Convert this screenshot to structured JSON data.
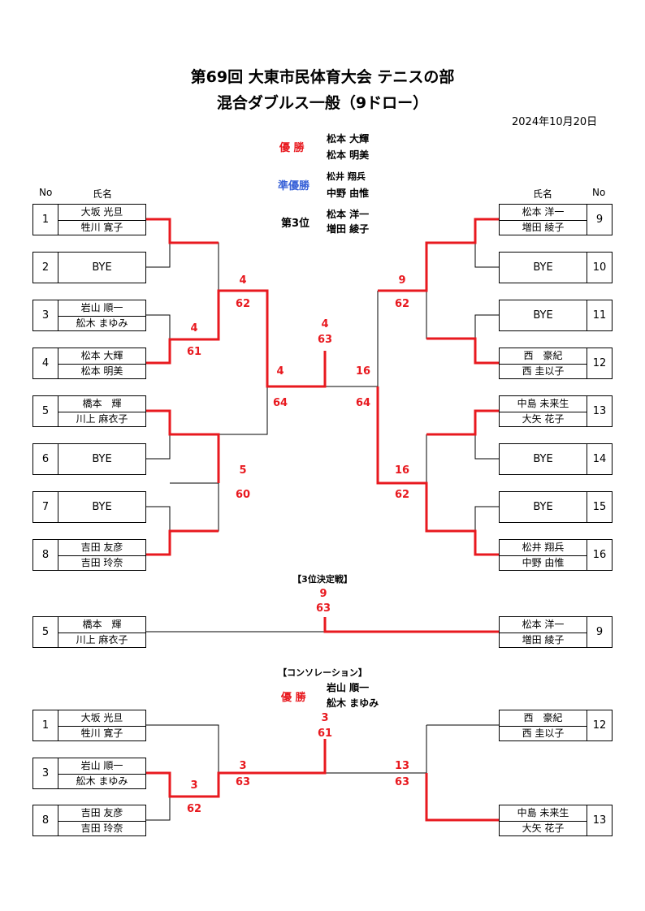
{
  "title_line1": "第69回 大東市民体育大会 テニスの部",
  "title_line2": "混合ダブルス一般（9ドロー）",
  "date": "2024年10月20日",
  "colors": {
    "accent": "#e8191f",
    "champion_label": "#e8191f",
    "runner_label": "#3a63d8"
  },
  "results": {
    "champion_label": "優 勝",
    "champion_p1": "松本 大輝",
    "champion_p2": "松本 明美",
    "runner_label": "準優勝",
    "runner_p1": "松井 翔兵",
    "runner_p2": "中野 由惟",
    "third_label": "第3位",
    "third_p1": "松本 洋一",
    "third_p2": "増田 綾子"
  },
  "headers": {
    "no": "No",
    "name": "氏名"
  },
  "left_entries": [
    {
      "no": "1",
      "p1": "大坂 光旦",
      "p2": "牲川 寛子"
    },
    {
      "no": "2",
      "bye": "BYE"
    },
    {
      "no": "3",
      "p1": "岩山 順一",
      "p2": "舩木 まゆみ"
    },
    {
      "no": "4",
      "p1": "松本 大輝",
      "p2": "松本 明美"
    },
    {
      "no": "5",
      "p1": "橋本　輝",
      "p2": "川上 麻衣子"
    },
    {
      "no": "6",
      "bye": "BYE"
    },
    {
      "no": "7",
      "bye": "BYE"
    },
    {
      "no": "8",
      "p1": "吉田 友彦",
      "p2": "吉田 玲奈"
    }
  ],
  "right_entries": [
    {
      "no": "9",
      "p1": "松本 洋一",
      "p2": "増田 綾子"
    },
    {
      "no": "10",
      "bye": "BYE"
    },
    {
      "no": "11",
      "bye": "BYE"
    },
    {
      "no": "12",
      "p1": "西　豪紀",
      "p2": "西 圭以子"
    },
    {
      "no": "13",
      "p1": "中島 未来生",
      "p2": "大矢 花子"
    },
    {
      "no": "14",
      "bye": "BYE"
    },
    {
      "no": "15",
      "bye": "BYE"
    },
    {
      "no": "16",
      "p1": "松井 翔兵",
      "p2": "中野 由惟"
    }
  ],
  "main_scores": {
    "qf_left_a_w": "4",
    "qf_left_a_s": "61",
    "sf_left_w": "4",
    "sf_left_s": "62",
    "qf_left_b_w": "5",
    "qf_left_b_s": "60",
    "final_left_w": "4",
    "final_left_s": "64",
    "final_top_w": "4",
    "final_top_s": "63",
    "final_right_w": "16",
    "final_right_s": "64",
    "sf_right_top_w": "9",
    "sf_right_top_s": "62",
    "sf_right_bot_w": "16",
    "sf_right_bot_s": "62"
  },
  "third_place": {
    "label": "【3位決定戦】",
    "winner": "9",
    "score": "63",
    "left": {
      "no": "5",
      "p1": "橋本　輝",
      "p2": "川上 麻衣子"
    },
    "right": {
      "no": "9",
      "p1": "松本 洋一",
      "p2": "増田 綾子"
    }
  },
  "consolation": {
    "label": "【コンソレーション】",
    "champion_label": "優 勝",
    "champion_p1": "岩山 順一",
    "champion_p2": "舩木 まゆみ",
    "left": [
      {
        "no": "1",
        "p1": "大坂 光旦",
        "p2": "牲川 寛子"
      },
      {
        "no": "3",
        "p1": "岩山 順一",
        "p2": "舩木 まゆみ"
      },
      {
        "no": "8",
        "p1": "吉田 友彦",
        "p2": "吉田 玲奈"
      }
    ],
    "right": [
      {
        "no": "12",
        "p1": "西　豪紀",
        "p2": "西 圭以子"
      },
      {
        "no": "13",
        "p1": "中島 未来生",
        "p2": "大矢 花子"
      }
    ],
    "scores": {
      "r1_w": "3",
      "r1_s": "62",
      "sf_w": "3",
      "sf_s": "63",
      "final_w": "3",
      "final_s": "61",
      "right_w": "13",
      "right_s": "63"
    }
  }
}
